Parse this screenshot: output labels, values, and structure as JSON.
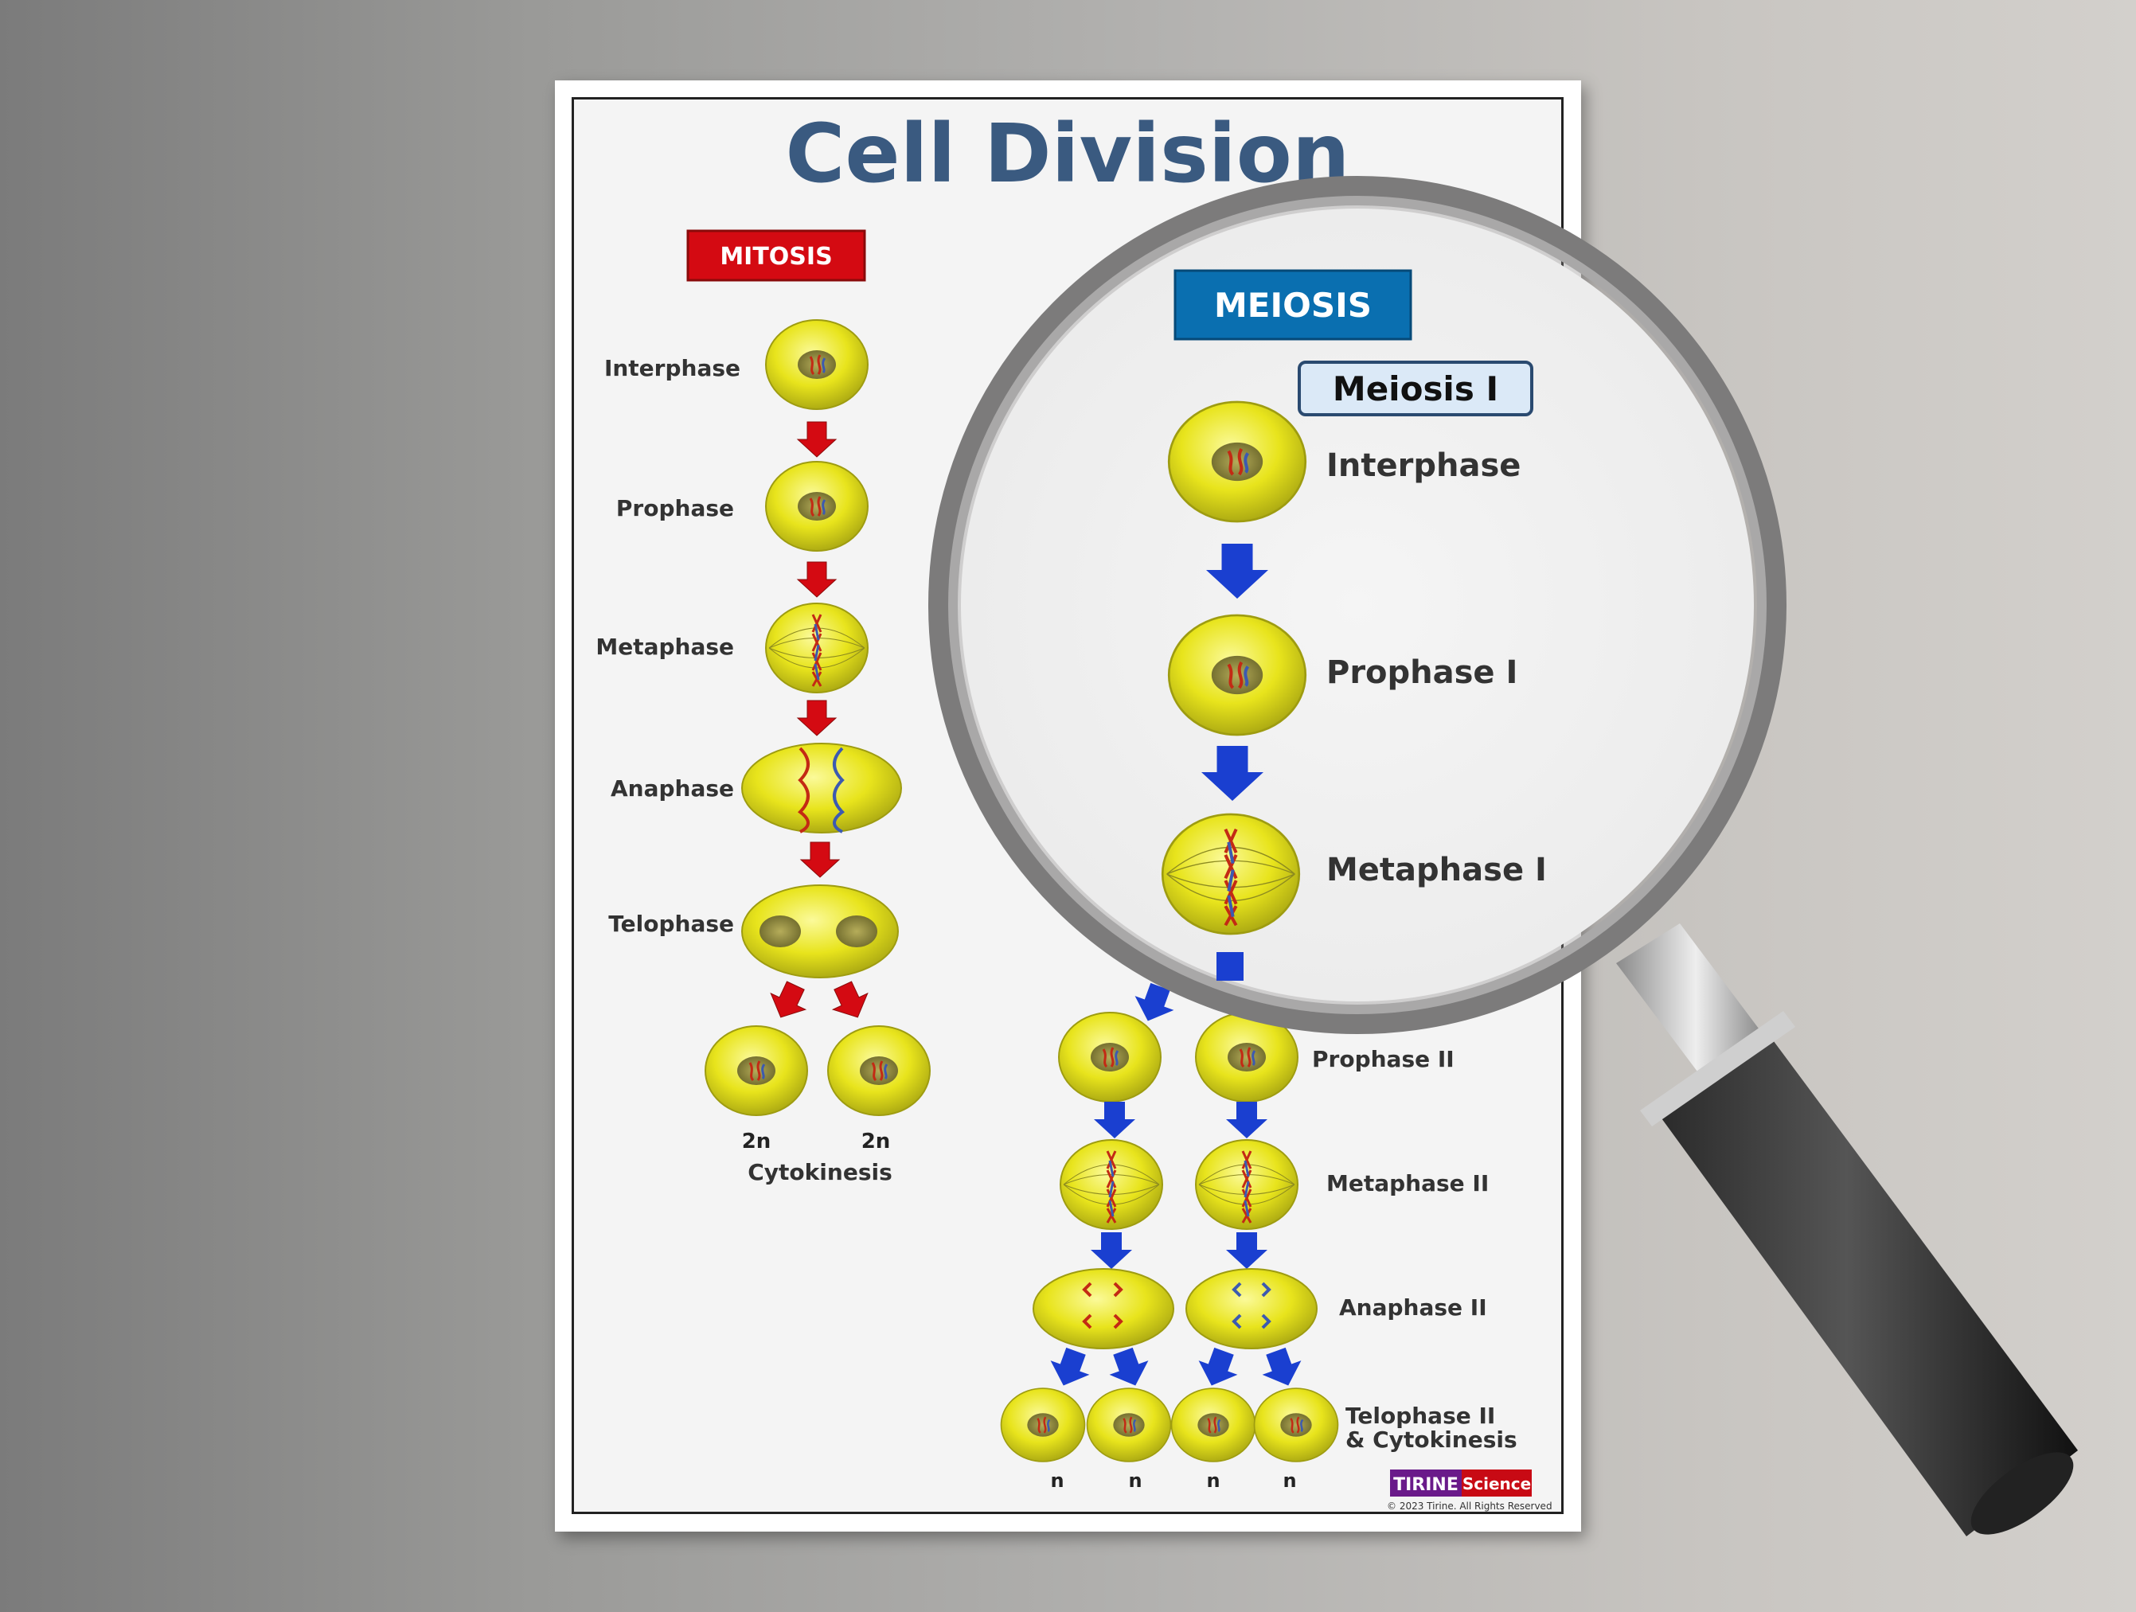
{
  "title": "Cell Division",
  "mitosis": {
    "header": "MITOSIS",
    "stages": [
      "Interphase",
      "Prophase",
      "Metaphase",
      "Anaphase",
      "Telophase"
    ],
    "ploidy": [
      "2n",
      "2n"
    ],
    "final_label": "Cytokinesis"
  },
  "meiosis": {
    "header": "MEIOSIS",
    "meiosis1_label": "Meiosis I",
    "stages1": [
      "Interphase",
      "Prophase I",
      "Metaphase I"
    ],
    "stages2": [
      "Prophase II",
      "Metaphase II",
      "Anaphase II"
    ],
    "final_label_1": "Telophase II",
    "final_label_2": "& Cytokinesis",
    "ploidy": [
      "n",
      "n",
      "n",
      "n"
    ]
  },
  "brand": {
    "name": "TIRINE",
    "sub": "Science",
    "copyright": "© 2023 Tirine.  All Rights Reserved"
  },
  "colors": {
    "title": "#3a5a80",
    "mitosis": "#d40a12",
    "meiosis": "#0a6fb0",
    "cell": "#e6e21c",
    "arrow_red": "#d40a12",
    "arrow_blue": "#1a3fd0"
  }
}
